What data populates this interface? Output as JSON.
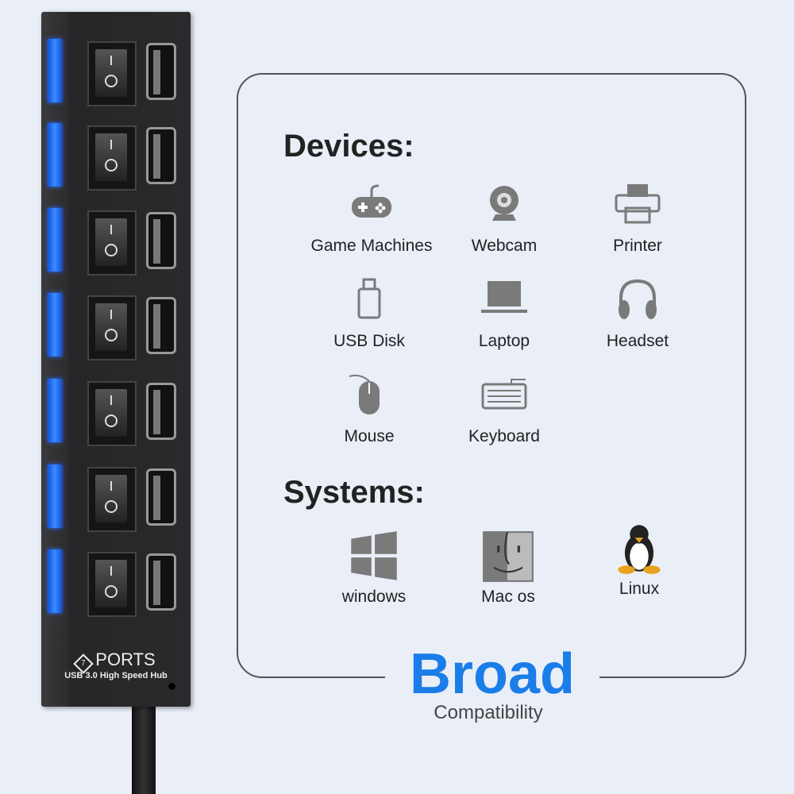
{
  "hub": {
    "ports_label": "PORTS",
    "port_count": "7",
    "model_label": "USB 3.0 High Speed Hub",
    "led_color": "#2a7cff"
  },
  "devices": {
    "heading": "Devices:",
    "items": [
      {
        "label": "Game Machines",
        "icon": "gamepad-icon"
      },
      {
        "label": "Webcam",
        "icon": "webcam-icon"
      },
      {
        "label": "Printer",
        "icon": "printer-icon"
      },
      {
        "label": "USB Disk",
        "icon": "usb-disk-icon"
      },
      {
        "label": "Laptop",
        "icon": "laptop-icon"
      },
      {
        "label": "Headset",
        "icon": "headset-icon"
      },
      {
        "label": "Mouse",
        "icon": "mouse-icon"
      },
      {
        "label": "Keyboard",
        "icon": "keyboard-icon"
      }
    ]
  },
  "systems": {
    "heading": "Systems:",
    "items": [
      {
        "label": "windows",
        "icon": "windows-icon"
      },
      {
        "label": "Mac os",
        "icon": "mac-icon"
      },
      {
        "label": "Linux",
        "icon": "linux-icon"
      }
    ]
  },
  "footer": {
    "title": "Broad",
    "subtitle": "Compatibility",
    "accent": "#1a7de8"
  }
}
